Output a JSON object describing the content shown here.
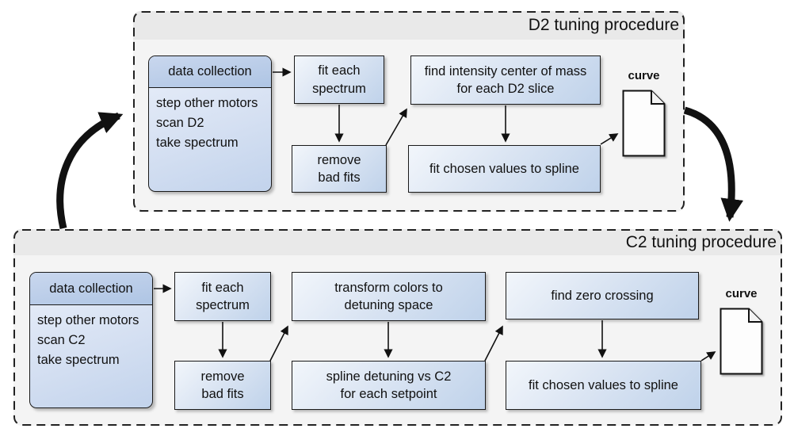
{
  "d2": {
    "title": "D2 tuning procedure",
    "data_collection": {
      "header": "data collection",
      "body": "step other motors\nscan D2\ntake spectrum"
    },
    "fit_each_spectrum": "fit each\nspectrum",
    "remove_bad_fits": "remove\nbad fits",
    "find_intensity": "find intensity center of mass\nfor each D2 slice",
    "fit_chosen": "fit chosen values to spline",
    "curve_label": "curve"
  },
  "c2": {
    "title": "C2 tuning procedure",
    "data_collection": {
      "header": "data collection",
      "body": "step other motors\nscan C2\ntake spectrum"
    },
    "fit_each_spectrum": "fit each\nspectrum",
    "remove_bad_fits": "remove\nbad fits",
    "transform_colors": "transform colors to\ndetuning space",
    "spline_detuning": "spline detuning vs C2\nfor each setpoint",
    "find_zero_crossing": "find zero crossing",
    "fit_chosen": "fit chosen values to spline",
    "curve_label": "curve"
  }
}
